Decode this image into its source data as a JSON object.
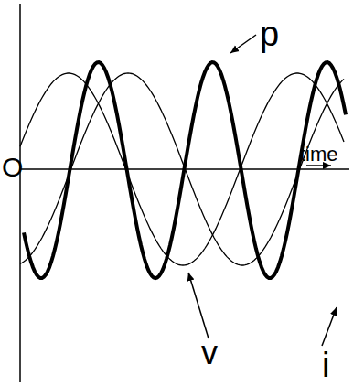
{
  "diagram": {
    "labels": [
      "O",
      "time",
      "p",
      "v",
      "i"
    ]
  }
}
